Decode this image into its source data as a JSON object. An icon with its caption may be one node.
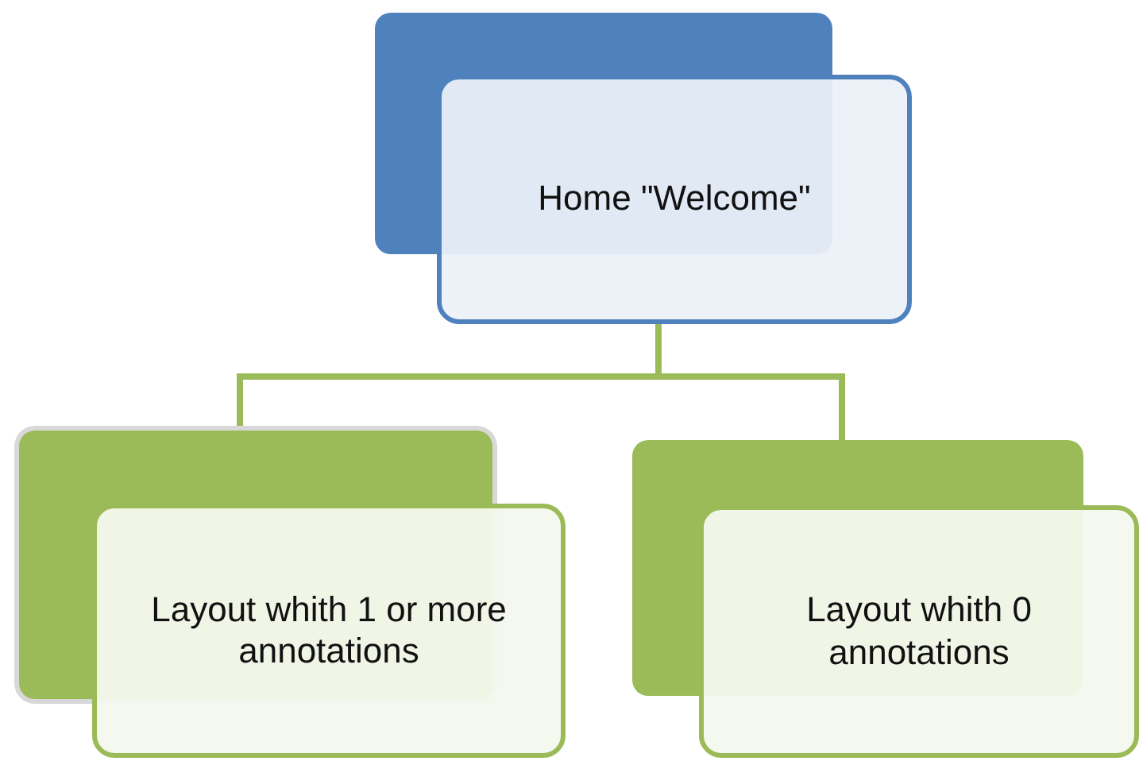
{
  "diagram": {
    "nodes": [
      {
        "text": [
          "Home \"Welcome\""
        ]
      },
      {
        "text": [
          "Layout whith 1 or more annotations"
        ]
      },
      {
        "text": [
          "Layout whith 0 annotations"
        ]
      }
    ],
    "edges": [
      {
        "from": 0,
        "to": 1,
        "arrow": "none"
      },
      {
        "from": 0,
        "to": 2,
        "arrow": "none"
      }
    ]
  }
}
